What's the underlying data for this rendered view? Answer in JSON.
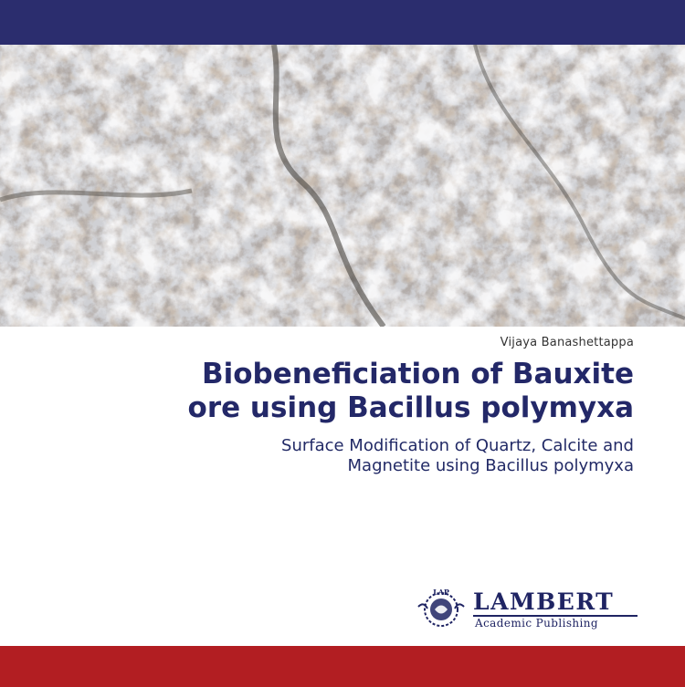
{
  "cover": {
    "author": "Vijaya Banashettappa",
    "title_line1": "Biobeneficiation of Bauxite",
    "title_line2": "ore using Bacillus polymyxa",
    "subtitle_line1": "Surface Modification of Quartz, Calcite and",
    "subtitle_line2": "Magnetite using Bacillus polymyxa"
  },
  "publisher": {
    "seal_text": "LAP",
    "name": "LAMBERT",
    "subline": "Academic Publishing"
  },
  "colors": {
    "top_band": "#2b2d6e",
    "bottom_band": "#b21e22",
    "title": "#232868"
  },
  "photo": {
    "subject": "mineral-rock-surface"
  }
}
